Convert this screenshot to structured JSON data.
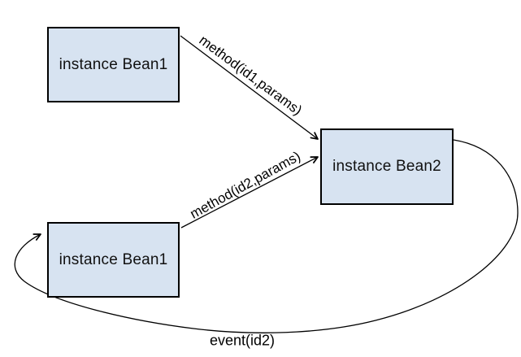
{
  "diagram": {
    "colors": {
      "background": "#ffffff",
      "node_fill": "#d7e3f1",
      "node_border": "#000000",
      "edge_stroke": "#000000",
      "text": "#000000"
    },
    "nodes": [
      {
        "id": "bean1-top",
        "label": "instance Bean1"
      },
      {
        "id": "bean2",
        "label": "instance Bean2"
      },
      {
        "id": "bean1-bottom",
        "label": "instance Bean1"
      }
    ],
    "edges": [
      {
        "id": "method-id1",
        "from": "bean1-top",
        "to": "bean2",
        "label": "method(id1,params)"
      },
      {
        "id": "method-id2",
        "from": "bean1-bottom",
        "to": "bean2",
        "label": "method(id2,params)"
      },
      {
        "id": "event-id2",
        "from": "bean2",
        "to": "bean1-bottom",
        "label": "event(id2)"
      }
    ]
  }
}
